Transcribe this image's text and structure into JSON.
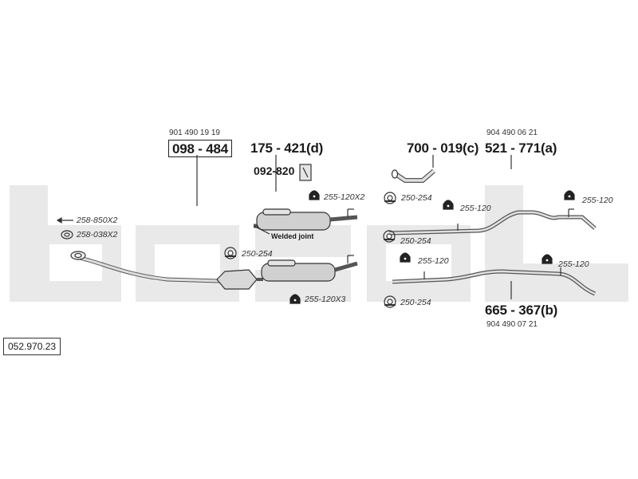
{
  "diagram": {
    "watermark": "bosal",
    "reference_number": "052.970.23",
    "parts": {
      "front_pipe": {
        "code": "098 - 484",
        "oe_number": "901 490 19 19"
      },
      "middle_silencer": {
        "code": "175 - 421(d)"
      },
      "hanger": {
        "code": "092-820"
      },
      "tailpipe_c": {
        "code": "700 - 019(c)"
      },
      "rear_a": {
        "code": "521 - 771(a)",
        "oe_number": "904 490 06 21"
      },
      "rear_b": {
        "code": "665 - 367(b)",
        "oe_number": "904 490 07 21"
      }
    },
    "fittings": {
      "clamp_258_850": "258-850X2",
      "gasket_258_038": "258-038X2",
      "clamp_upper_x2": "255-120X2",
      "clamp_lower_x3": "255-120X3",
      "clamp_255_120_a": "255-120",
      "clamp_255_120_b": "255-120",
      "clamp_255_120_c": "255-120",
      "clamp_255_120_d": "255-120",
      "clamp_250_254_a": "250-254",
      "clamp_250_254_b": "250-254",
      "clamp_250_254_c": "250-254",
      "clamp_250_254_d": "250-254"
    },
    "note_welded_joint": "Welded joint"
  }
}
